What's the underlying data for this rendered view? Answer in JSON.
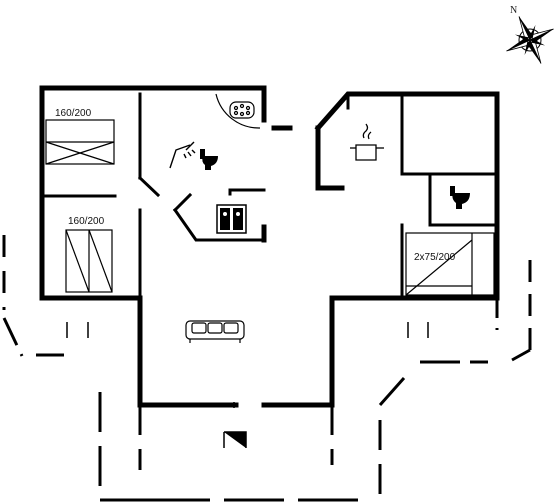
{
  "compass": {
    "north": "N",
    "icon": "compass-rose-icon"
  },
  "rooms": {
    "bedroom_1": {
      "bed_label": "160/200",
      "bed_icon": "double-bed-icon"
    },
    "bedroom_2": {
      "bed_label": "160/200",
      "bed_icon": "double-bed-icon"
    },
    "bedroom_3": {
      "bed_label": "2x75/200",
      "bed_icon": "twin-bed-icon"
    }
  },
  "fixtures": [
    {
      "name": "whirlpool-icon"
    },
    {
      "name": "shower-icon"
    },
    {
      "name": "toilet-icon"
    },
    {
      "name": "washer-dryer-icon"
    },
    {
      "name": "cooking-pot-icon"
    },
    {
      "name": "sofa-icon"
    }
  ]
}
